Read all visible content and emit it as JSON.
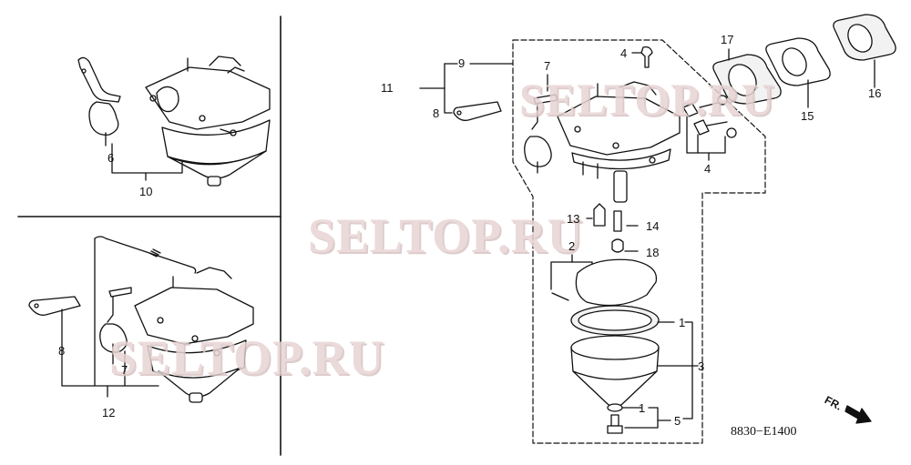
{
  "diagram": {
    "type": "exploded parts diagram",
    "subject": "carburetor assembly",
    "drawing_code": "8830−E1400",
    "direction_marker": "FR.",
    "watermarks": [
      "SELTOP.RU",
      "SELTOP.RU",
      "SELTOP.RU"
    ],
    "panels": {
      "top_left": {
        "labels": [
          {
            "id": "6",
            "text": "6"
          },
          {
            "id": "10",
            "text": "10"
          }
        ]
      },
      "bottom_left": {
        "labels": [
          {
            "id": "8",
            "text": "8"
          },
          {
            "id": "7",
            "text": "7"
          },
          {
            "id": "12",
            "text": "12"
          }
        ]
      },
      "main": {
        "labels": [
          {
            "id": "9",
            "text": "9"
          },
          {
            "id": "11",
            "text": "11"
          },
          {
            "id": "8",
            "text": "8"
          },
          {
            "id": "7",
            "text": "7"
          },
          {
            "id": "4a",
            "text": "4"
          },
          {
            "id": "4b",
            "text": "4"
          },
          {
            "id": "17",
            "text": "17"
          },
          {
            "id": "15",
            "text": "15"
          },
          {
            "id": "16",
            "text": "16"
          },
          {
            "id": "13",
            "text": "13"
          },
          {
            "id": "14",
            "text": "14"
          },
          {
            "id": "18",
            "text": "18"
          },
          {
            "id": "2",
            "text": "2"
          },
          {
            "id": "1a",
            "text": "1"
          },
          {
            "id": "3",
            "text": "3"
          },
          {
            "id": "1b",
            "text": "1"
          },
          {
            "id": "5",
            "text": "5"
          }
        ]
      }
    }
  }
}
